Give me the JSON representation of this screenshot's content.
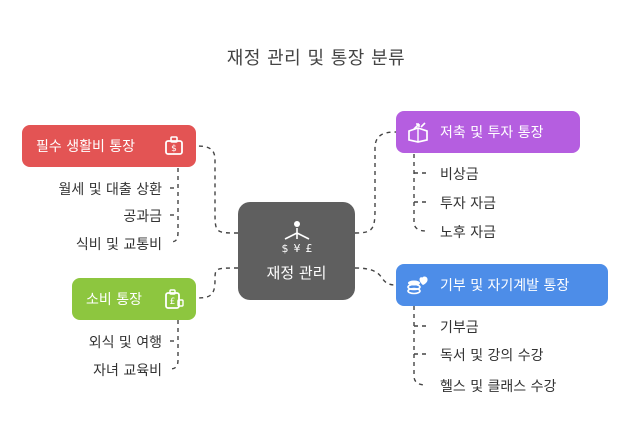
{
  "title": "재정 관리 및 통장 분류",
  "center": {
    "label": "재정 관리",
    "icon": "money-flow-icon"
  },
  "branches": {
    "essentials": {
      "label": "필수 생활비 통장",
      "icon": "wallet-icon",
      "color": "#e35454",
      "items": [
        "월세 및 대출 상환",
        "공과금",
        "식비 및 교통비"
      ]
    },
    "spending": {
      "label": "소비 통장",
      "icon": "pound-wallet-icon",
      "color": "#8dc63f",
      "items": [
        "외식 및 여행",
        "자녀 교육비"
      ]
    },
    "savings": {
      "label": "저축 및 투자 통장",
      "icon": "growth-box-icon",
      "color": "#b55ee0",
      "items": [
        "비상금",
        "투자 자금",
        "노후 자금"
      ]
    },
    "donation": {
      "label": "기부 및 자기계발 통장",
      "icon": "heart-coins-icon",
      "color": "#4d8de8",
      "items": [
        "기부금",
        "독서 및 강의 수강",
        "헬스 및 클래스 수강"
      ]
    }
  }
}
